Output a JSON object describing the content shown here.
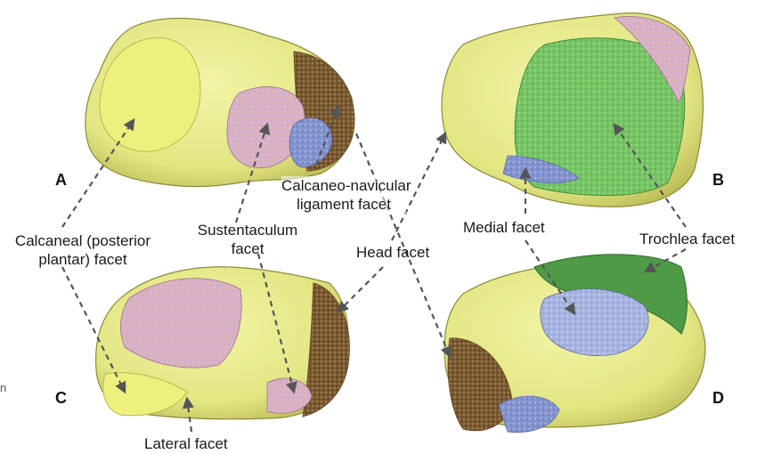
{
  "panels": {
    "a": "A",
    "b": "B",
    "c": "C",
    "d": "D"
  },
  "labels": {
    "calcaneo_navicular": [
      "Calcaneo-navicular",
      "ligament facet"
    ],
    "calcaneal": [
      "Calcaneal (posterior",
      "plantar) facet"
    ],
    "sustentaculum": [
      "Sustentaculum",
      "facet"
    ],
    "head": "Head facet",
    "medial": "Medial facet",
    "trochlea": "Trochlea facet",
    "lateral": "Lateral facet",
    "edge_fragment": "n"
  },
  "colors": {
    "bone": "#e8ec8a",
    "bone_shadow": "#b8b850",
    "bone_outline": "#8d8a3a",
    "pink_facet": "#d8a8c0",
    "blue_facet": "#7d8cc8",
    "green_facet": "#6cc060",
    "dark_green": "#3e8a3a",
    "brown_facet": "#8a6a3a",
    "arrow": "#555555"
  }
}
